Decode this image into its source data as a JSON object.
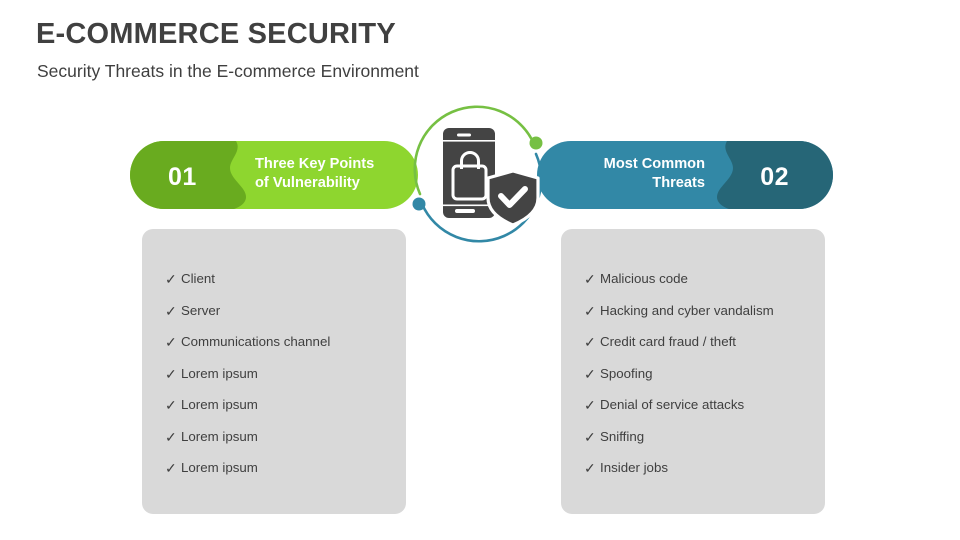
{
  "header": {
    "title": "E-COMMERCE SECURITY",
    "subtitle": "Security Threats in the E-commerce Environment"
  },
  "colors": {
    "green_dark": "#69ab1f",
    "green_light": "#8ed62f",
    "blue_light": "#3288a6",
    "blue_dark": "#266677",
    "panel_gray": "#d9d9d9",
    "icon_gray": "#444444",
    "text_dark": "#3f3f3f",
    "title_gray": "#404040"
  },
  "center": {
    "icon": "mobile-shopping-security-icon",
    "parts": [
      "smartphone-icon",
      "shopping-bag-icon",
      "shield-check-icon"
    ],
    "arc_top": "green-arc",
    "arc_bottom": "blue-arc",
    "dot_top_right": "green-dot",
    "dot_bottom_left": "blue-dot"
  },
  "sections": [
    {
      "number": "01",
      "label": "Three Key Points\nof Vulnerability",
      "label_line1": "Three Key Points",
      "label_line2": "of Vulnerability",
      "check_symbol": "✓",
      "items": [
        "Client",
        "Server",
        "Communications channel",
        "Lorem ipsum",
        "Lorem ipsum",
        "Lorem ipsum",
        "Lorem ipsum"
      ]
    },
    {
      "number": "02",
      "label": "Most Common\nThreats",
      "label_line1": "Most Common",
      "label_line2": "Threats",
      "check_symbol": "✓",
      "items": [
        "Malicious code",
        "Hacking and cyber vandalism",
        "Credit card fraud / theft",
        "Spoofing",
        "Denial of service attacks",
        "Sniffing",
        "Insider jobs"
      ]
    }
  ]
}
